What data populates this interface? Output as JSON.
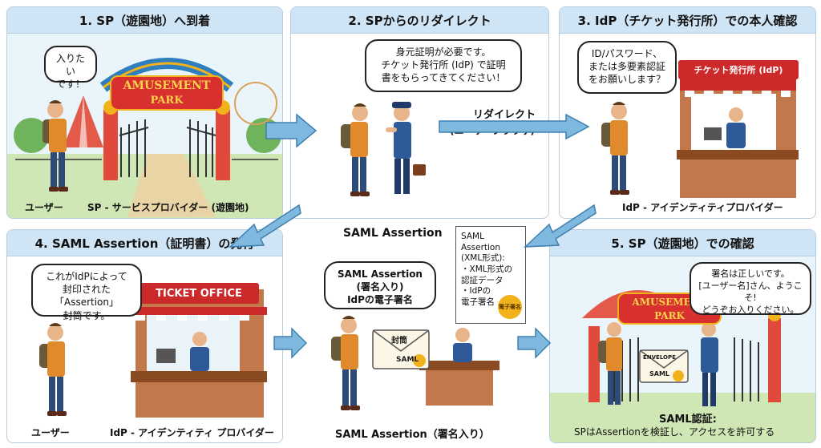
{
  "panels": [
    {
      "title": "1. SP（遊園地）へ到着"
    },
    {
      "title": "2. SPからのリダイレクト"
    },
    {
      "title": "3. IdP（チケット発行所）での本人確認"
    },
    {
      "title": "4. SAML Assertion（証明書）の発行"
    },
    {
      "title": "5. SP（遊園地）での確認"
    }
  ],
  "panel1": {
    "bubble": "入りたい\nです！",
    "sign_line1": "AMUSEMENT",
    "sign_line2": "PARK",
    "caption_user": "ユーザー",
    "caption_sp": "SP - サービスプロバイダー (遊園地)"
  },
  "panel2": {
    "bubble": "身元証明が必要です。\nチケット発行所 (IdP) で証明\n書をもらってきてください！"
  },
  "redirect": {
    "label1": "リダイレクト",
    "label2": "(ユーザーブラウザ)"
  },
  "panel3": {
    "bubble": "ID/パスワード、\nまたは多要素認証\nをお願いします？",
    "booth_sign": "チケット発行所 (IdP)",
    "caption": "IdP - アイデンティティプロバイダー"
  },
  "middle": {
    "label": "SAML Assertion",
    "caption": "SAML Assertion（署名入り）",
    "bubble": "SAML Assertion\n(署名入り)\nIdPの電子署名",
    "envelope_top": "封筒",
    "envelope_bottom": "SAML",
    "note": "SAML\nAssertion\n(XML形式):\n・XML形式の\n  認証データ\n・IdPの\n  電子署名",
    "seal": "電子署名"
  },
  "panel4": {
    "bubble": "これがIdPによって\n封印された「Assertion」\n封筒です。",
    "booth_sign": "TICKET OFFICE",
    "caption_user": "ユーザー",
    "caption_idp": "IdP - アイデンティティ プロバイダー"
  },
  "panel5": {
    "bubble": "署名は正しいです。\n[ユーザー名]さん、ようこそ!\nどうぞお入りください。",
    "sign_line1": "AMUSEMENT",
    "sign_line2": "PARK",
    "envelope_top": "ENVELOPE",
    "envelope_bottom": "SAML",
    "caption_line1": "SAML認証:",
    "caption_line2": "SPはAssertionを検証し、アクセスを許可する"
  },
  "colors": {
    "header": "#cfe4f5",
    "arrow": "#7fb9e0",
    "skin": "#e8b48a",
    "user_shirt": "#e08a2c",
    "user_pants": "#2c4b78",
    "backpack": "#6b5a3a",
    "booth": "#c2784a",
    "awning": "#cc2a2a",
    "gate_arch": "#2f7fbf",
    "sign_red": "#d8302e",
    "gold": "#f2b21b"
  }
}
